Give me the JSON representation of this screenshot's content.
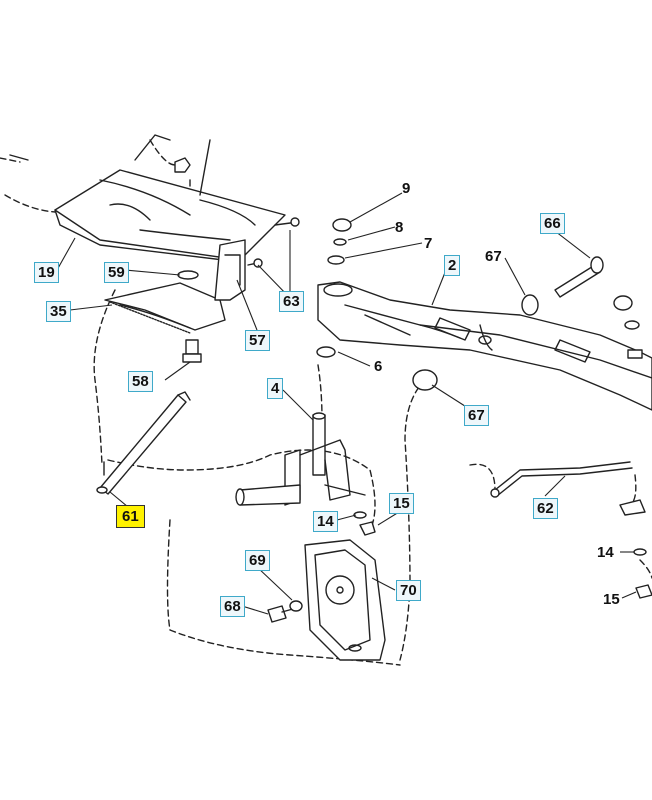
{
  "callouts": [
    {
      "id": "c2",
      "text": "2",
      "boxed": true
    },
    {
      "id": "c4",
      "text": "4",
      "boxed": true
    },
    {
      "id": "c6",
      "text": "6",
      "boxed": false
    },
    {
      "id": "c7",
      "text": "7",
      "boxed": false
    },
    {
      "id": "c8",
      "text": "8",
      "boxed": false
    },
    {
      "id": "c9",
      "text": "9",
      "boxed": false
    },
    {
      "id": "c14a",
      "text": "14",
      "boxed": true
    },
    {
      "id": "c14b",
      "text": "14",
      "boxed": false
    },
    {
      "id": "c15a",
      "text": "15",
      "boxed": true
    },
    {
      "id": "c15b",
      "text": "15",
      "boxed": false
    },
    {
      "id": "c19",
      "text": "19",
      "boxed": true
    },
    {
      "id": "c35",
      "text": "35",
      "boxed": true
    },
    {
      "id": "c57",
      "text": "57",
      "boxed": true
    },
    {
      "id": "c58",
      "text": "58",
      "boxed": true
    },
    {
      "id": "c59",
      "text": "59",
      "boxed": true
    },
    {
      "id": "c61",
      "text": "61",
      "boxed": true,
      "highlighted": true
    },
    {
      "id": "c62",
      "text": "62",
      "boxed": true
    },
    {
      "id": "c63",
      "text": "63",
      "boxed": true
    },
    {
      "id": "c66",
      "text": "66",
      "boxed": true
    },
    {
      "id": "c67a",
      "text": "67",
      "boxed": false
    },
    {
      "id": "c67b",
      "text": "67",
      "boxed": true
    },
    {
      "id": "c68",
      "text": "68",
      "boxed": true
    },
    {
      "id": "c69",
      "text": "69",
      "boxed": true
    },
    {
      "id": "c70",
      "text": "70",
      "boxed": true
    }
  ],
  "colors": {
    "line": "#222222",
    "callout_box_border": "#3fa9c9",
    "callout_box_fill": "#eef7fb",
    "highlight_fill": "#fff200"
  }
}
